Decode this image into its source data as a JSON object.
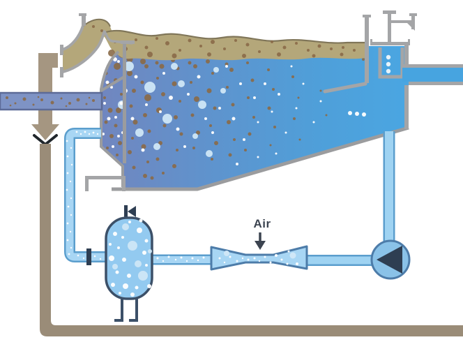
{
  "diagram": {
    "type": "process-diagram",
    "subject": "Dissolved air flotation (DAF) water treatment system",
    "labels": {
      "air": "Air"
    },
    "components": {
      "flotation_tank": "flotation tank with scum layer and sloped bottom",
      "scum_chute": "scum discharge chute",
      "sludge_pipe": "sludge drain pipe",
      "inlet_pipe": "raw water inlet pipe",
      "effluent_outlet": "adjustable weir and clean water outlet channel",
      "recycle_line": "pressurized recycle line",
      "pump": "recycle pump",
      "venturi": "air injection venturi",
      "saturator": "air saturation vessel"
    },
    "colors": {
      "water_left": "#7186bf",
      "water_right": "#4aa6e2",
      "clean_water": "#47a4e0",
      "scum": "#b4a77a",
      "scum_outline": "#807659",
      "sludge_pipe": "#a59681",
      "inlet_pipe_fill": "#7e93c5",
      "inlet_pipe_border": "#5c6b97",
      "recycle_pipe_fill": "#a8d6f4",
      "recycle_pipe_border": "#5b9ecd",
      "vessel_fill": "#93caf0",
      "vessel_outline": "#3c5068",
      "pump_fill": "#8ac2e8",
      "dark_accent": "#2e3e52",
      "structure_gray": "#a4a5a7",
      "particle_brown": "#8a6b49",
      "bubble_pale": "#cfe7f7",
      "label_color": "#3c4450"
    }
  }
}
